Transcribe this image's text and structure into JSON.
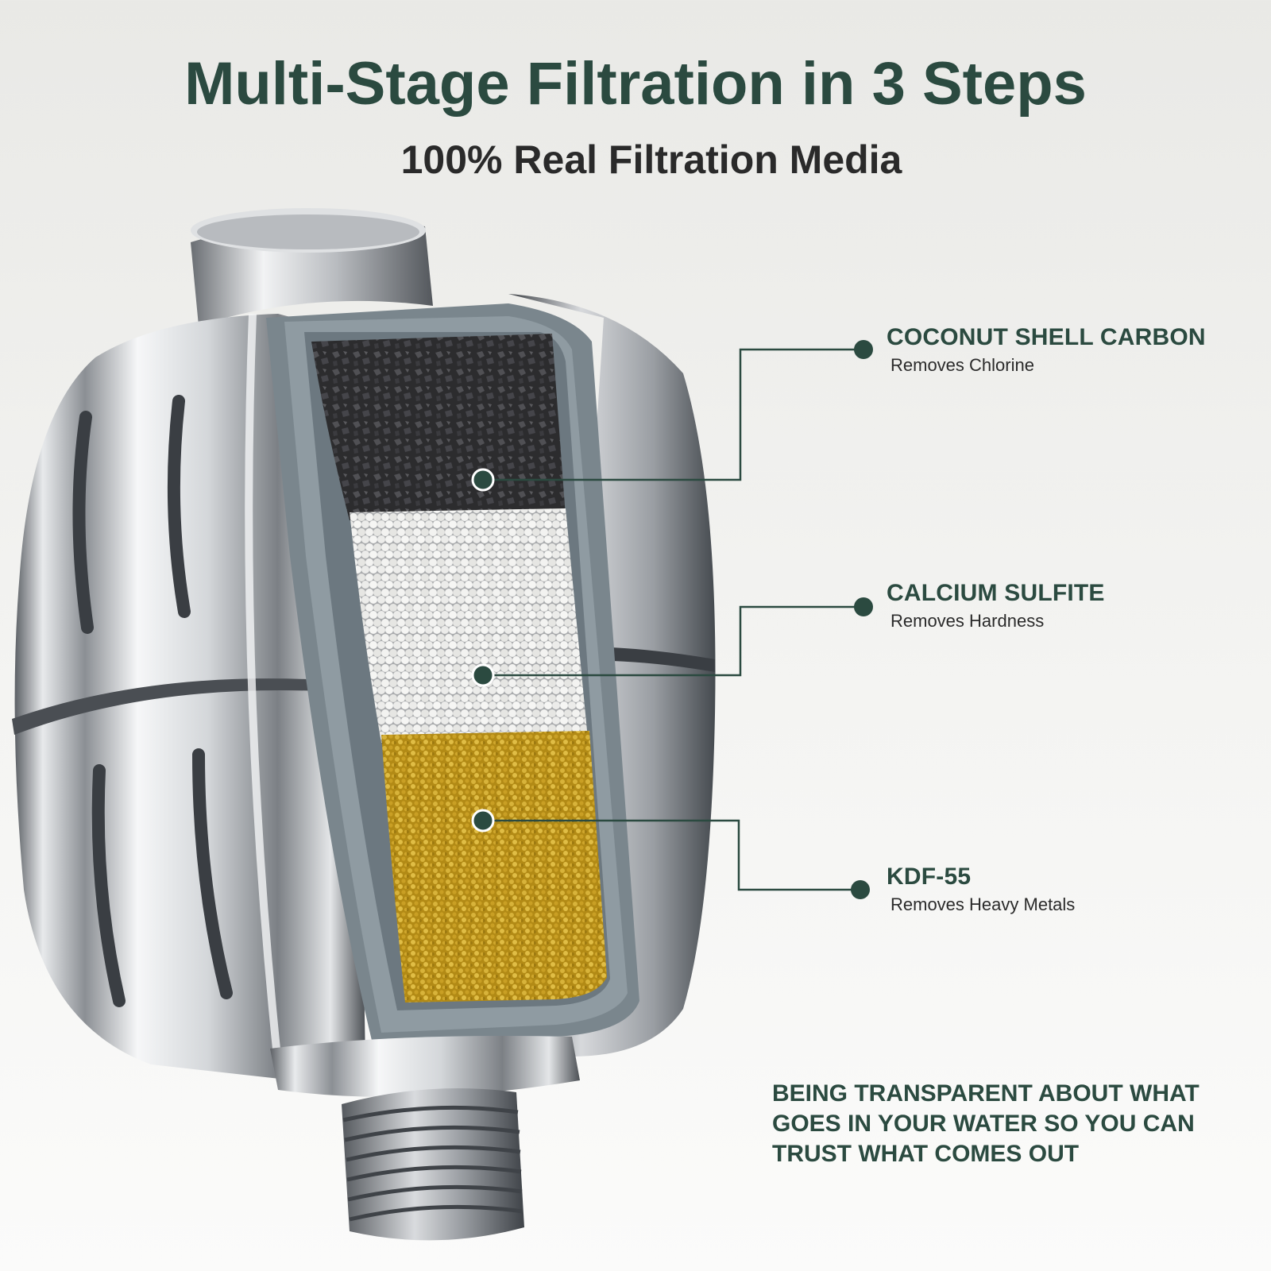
{
  "header": {
    "title": "Multi-Stage Filtration in 3 Steps",
    "subtitle": "100% Real Filtration Media"
  },
  "stages": [
    {
      "name": "COCONUT SHELL CARBON",
      "desc": "Removes Chlorine",
      "color": "#2f2f31"
    },
    {
      "name": "CALCIUM SULFITE",
      "desc": "Removes Hardness",
      "color": "#eeeeec"
    },
    {
      "name": "KDF-55",
      "desc": "Removes Heavy Metals",
      "color": "#c9a021"
    }
  ],
  "tagline": [
    "BEING TRANSPARENT ABOUT WHAT",
    "GOES IN YOUR WATER SO YOU CAN",
    "TRUST WHAT COMES OUT"
  ],
  "colors": {
    "accent": "#2b4a40",
    "chrome": "#c9ccd0",
    "cartridge": "#6f7c84"
  }
}
